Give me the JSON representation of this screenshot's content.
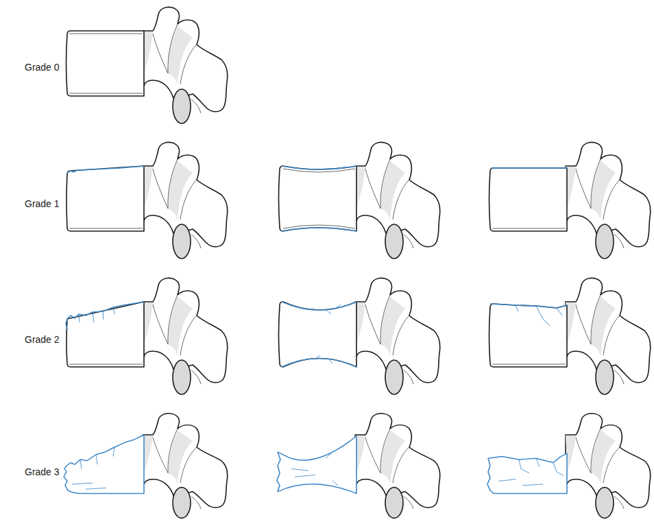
{
  "diagram": {
    "labels": [
      "Grade 0",
      "Grade 1",
      "Grade 2",
      "Grade 3"
    ]
  }
}
